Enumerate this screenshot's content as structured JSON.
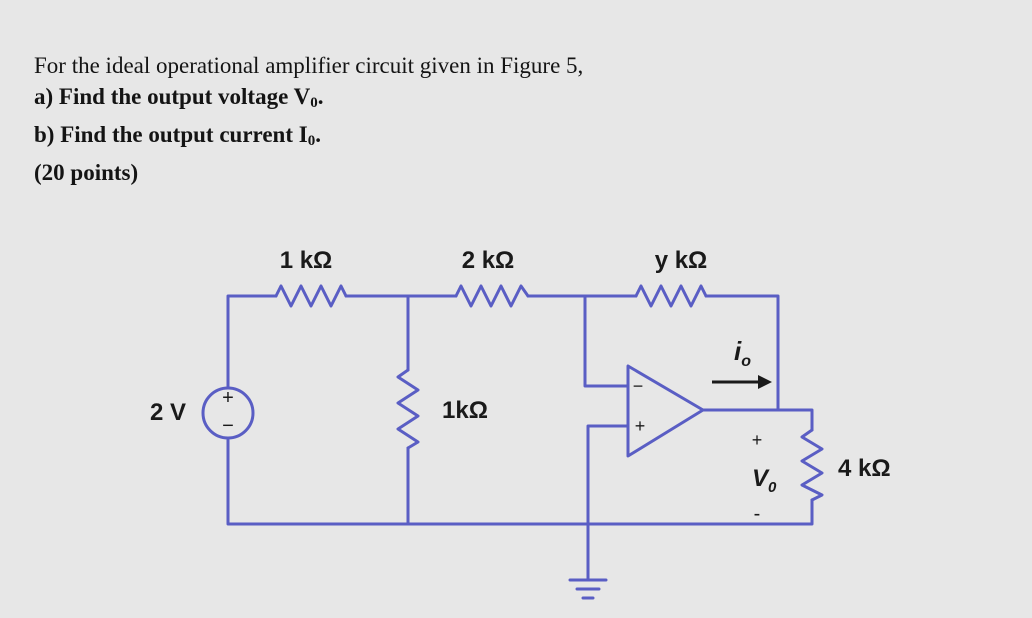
{
  "problem": {
    "line1": "For the ideal operational amplifier circuit given in Figure 5,",
    "part_a_prefix": "a)",
    "part_a_text": "Find the output voltage V",
    "part_a_sub": "0",
    "part_b_prefix": "b)",
    "part_b_text": "Find the output current I",
    "part_b_sub": "0",
    "points": "(20 points)"
  },
  "circuit": {
    "source_label": "2 V",
    "source_plus": "+",
    "source_minus": "−",
    "r1_label": "1 kΩ",
    "r2_label": "2 kΩ",
    "r3_label": "y kΩ",
    "r_shunt_label": "1kΩ",
    "r_load_label": "4 kΩ",
    "opamp_minus": "−",
    "opamp_plus": "+",
    "current_label": "i",
    "current_sub": "o",
    "vo_plus": "+",
    "vo_label": "V",
    "vo_sub": "0",
    "vo_minus": "-"
  },
  "colors": {
    "wire": "#5a5ec4",
    "text": "#1a1a1a",
    "background": "#e7e7e7"
  }
}
